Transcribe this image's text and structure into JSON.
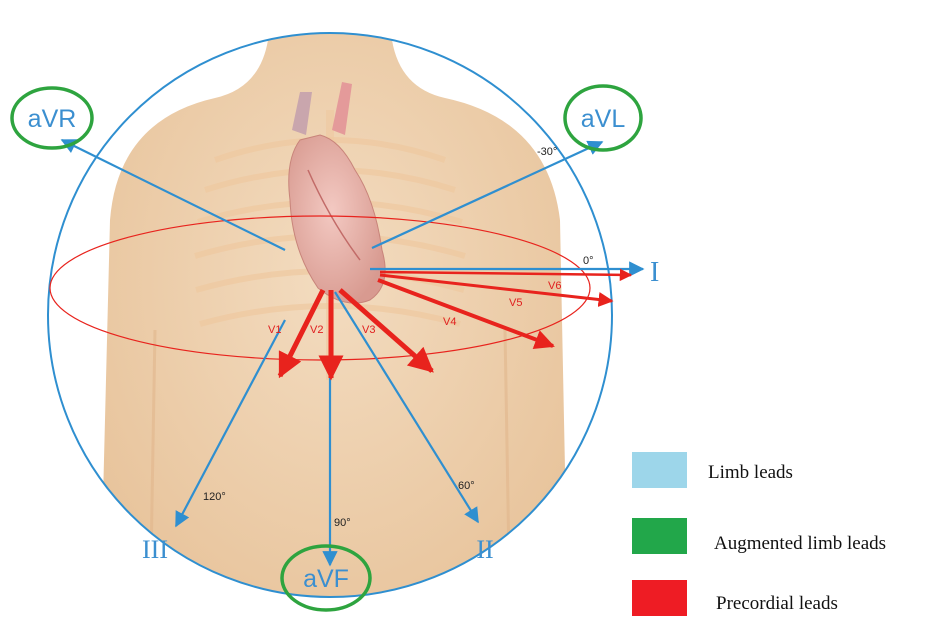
{
  "leads": {
    "aVR": "aVR",
    "aVL": "aVL",
    "aVF": "aVF",
    "I": "I",
    "II": "II",
    "III": "III"
  },
  "angles": {
    "minus30": "-30°",
    "zero": "0°",
    "sixty": "60°",
    "ninety": "90°",
    "one_twenty": "120°"
  },
  "precordial": [
    "V1",
    "V2",
    "V3",
    "V4",
    "V5",
    "V6"
  ],
  "legend": [
    {
      "label": "Limb leads",
      "color": "#9dd6ea"
    },
    {
      "label": "Augmented limb leads",
      "color": "#22a74a"
    },
    {
      "label": "Precordial leads",
      "color": "#ee1c24"
    }
  ],
  "colors": {
    "limb_axis": "#2f8fd0",
    "augmented_ring": "#2ea43f",
    "precordial": "#e8231d",
    "skin": "#f0d2b0"
  }
}
